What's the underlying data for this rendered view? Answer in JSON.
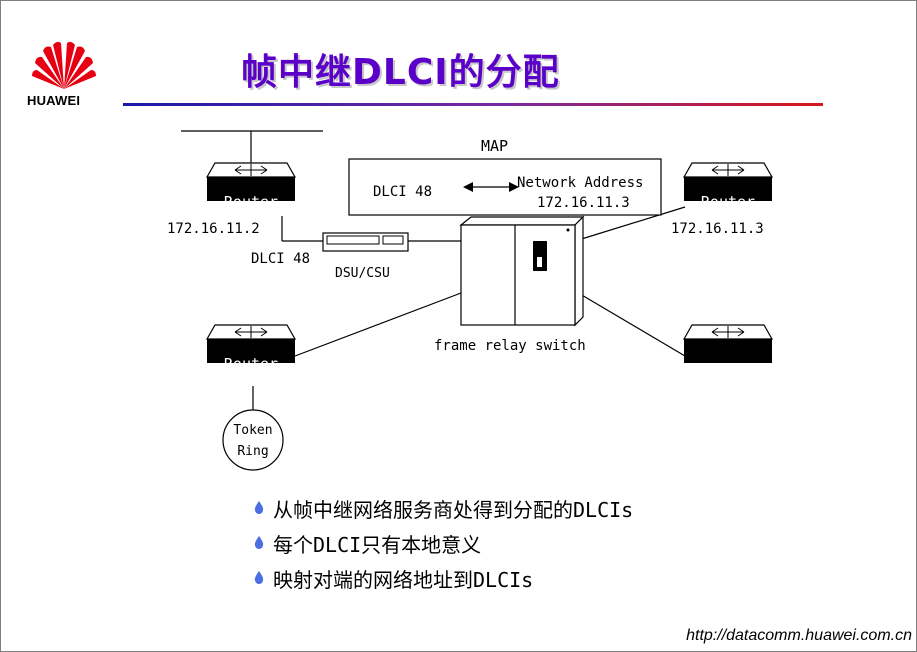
{
  "brand": {
    "name": "HUAWEI",
    "logo_color": "#e60012"
  },
  "title": "帧中继DLCI的分配",
  "title_color": "#5a00c8",
  "diagram": {
    "map_label": "MAP",
    "map_left": "DLCI 48",
    "map_right_1": "Network Address",
    "map_right_2": "172.16.11.3",
    "router_label": "Router",
    "router_tl_ip": "172.16.11.2",
    "router_tr_ip": "172.16.11.3",
    "dlci_label": "DLCI 48",
    "dsu_label": "DSU/CSU",
    "switch_label": "frame relay switch",
    "token_ring_1": "Token",
    "token_ring_2": "Ring"
  },
  "bullets": [
    {
      "icon": "drop-icon",
      "text": "从帧中继网络服务商处得到分配的DLCIs"
    },
    {
      "icon": "drop-icon",
      "text": "每个DLCI只有本地意义"
    },
    {
      "icon": "drop-icon",
      "text": "映射对端的网络地址到DLCIs"
    }
  ],
  "bullet_color": "#4a6fe0",
  "footer_url": "http://datacomm.huawei.com.cn"
}
